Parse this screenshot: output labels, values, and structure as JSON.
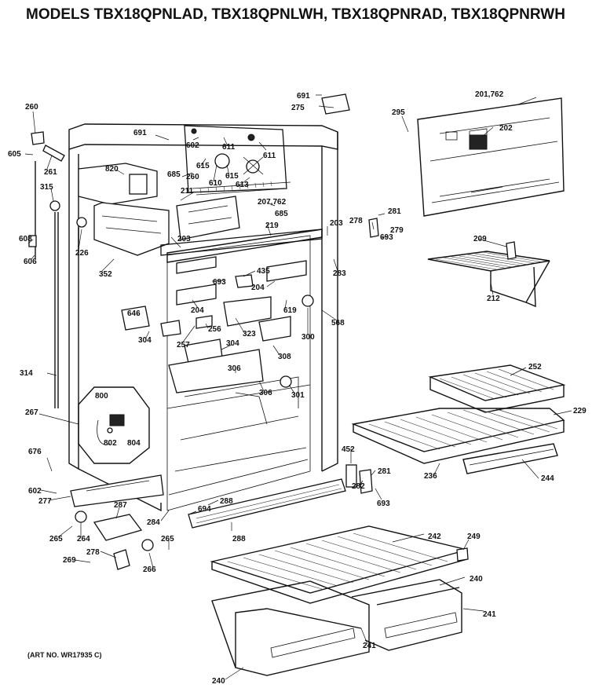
{
  "title": "MODELS TBX18QPNLAD, TBX18QPNLWH, TBX18QPNRAD, TBX18QPNRWH",
  "art_number": "(ART NO. WR17935 C)",
  "parts": {
    "p691a": "691",
    "p275": "275",
    "p201": "201,762",
    "p295": "295",
    "p202": "202",
    "p260": "260",
    "p605": "605",
    "p261": "261",
    "p315": "315",
    "p608": "608",
    "p606": "606",
    "p691b": "691",
    "p602a": "602",
    "p611a": "611",
    "p611b": "611",
    "p820": "820",
    "p615a": "615",
    "p260b": "260",
    "p685a": "685",
    "p610": "610",
    "p615b": "615",
    "p613": "613",
    "p211": "211",
    "p207": "207,762",
    "p685b": "685",
    "p226": "226",
    "p219": "219",
    "p203a": "203",
    "p203b": "203",
    "p278a": "278",
    "p281a": "281",
    "p279": "279",
    "p693a": "693",
    "p283": "283",
    "p209": "209",
    "p352": "352",
    "p435": "435",
    "p693b": "693",
    "p204a": "204",
    "p212": "212",
    "p204b": "204",
    "p619": "619",
    "p646": "646",
    "p256": "256",
    "p568": "568",
    "p304a": "304",
    "p257": "257",
    "p323": "323",
    "p304b": "304",
    "p300": "300",
    "p308": "308",
    "p314": "314",
    "p306a": "306",
    "p306b": "306",
    "p301": "301",
    "p252": "252",
    "p800": "800",
    "p267": "267",
    "p229": "229",
    "p802": "802",
    "p804": "804",
    "p676": "676",
    "p452": "452",
    "p281b": "281",
    "p236": "236",
    "p244": "244",
    "p602b": "602",
    "p277": "277",
    "p287": "287",
    "p288a": "288",
    "p282": "282",
    "p693c": "693",
    "p694": "694",
    "p284": "284",
    "p265a": "265",
    "p264": "264",
    "p288b": "288",
    "p265b": "265",
    "p249": "249",
    "p242": "242",
    "p278b": "278",
    "p269": "269",
    "p266": "266",
    "p240a": "240",
    "p241a": "241",
    "p241b": "241",
    "p240b": "240"
  }
}
